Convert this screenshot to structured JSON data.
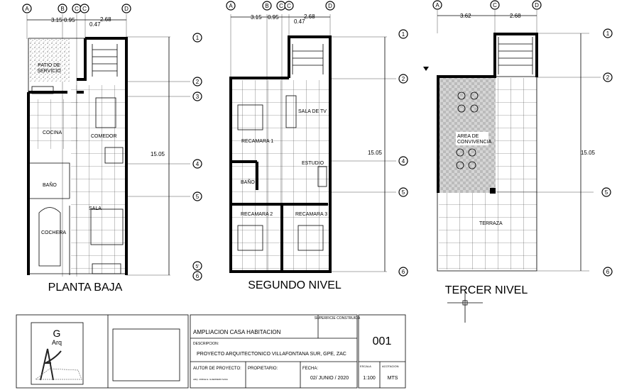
{
  "plans": [
    {
      "title": "PLANTA BAJA",
      "columns": [
        "A",
        "B",
        "C",
        "C",
        "D"
      ],
      "rows": [
        "1",
        "2",
        "3",
        "4",
        "5",
        "5'",
        "6"
      ],
      "dims": [
        "3.15",
        "0.95",
        "0.47",
        "2.68",
        "15.05"
      ],
      "rooms": [
        "PATIO DE",
        "SERVICIO",
        "COCINA",
        "COMEDOR",
        "BAÑO",
        "SALA",
        "COCHERA"
      ]
    },
    {
      "title": "SEGUNDO NIVEL",
      "columns": [
        "A",
        "B",
        "C",
        "C",
        "D"
      ],
      "rows": [
        "1",
        "2",
        "4",
        "5",
        "6"
      ],
      "dims": [
        "3.15",
        "0.95",
        "0.47",
        "2.68",
        "15.05"
      ],
      "rooms": [
        "SALA DE TV",
        "RECAMARA 1",
        "ESTUDIO",
        "BAÑO",
        "RECAMARA 2",
        "RECAMARA 3"
      ]
    },
    {
      "title": "TERCER NIVEL",
      "columns": [
        "A",
        "C",
        "D"
      ],
      "rows": [
        "1",
        "2",
        "5",
        "6"
      ],
      "dims": [
        "3.62",
        "2.68",
        "15.05"
      ],
      "rooms": [
        "AREA DE",
        "CONVIVENCIA",
        "TERRAZA"
      ]
    }
  ],
  "title_block": {
    "logo": {
      "letter": "G",
      "text": "Arq"
    },
    "project_name": "AMPLIACION CASA HABITACION",
    "surface_label": "SUPERFICIE CONSTRUIDA",
    "description_label": "DESCRIPCION:",
    "description": "PROYECTO ARQUITECTONICO VILLAFONTANA SUR, GPE, ZAC",
    "sheet_number": "001",
    "author_label": "AUTOR DE PROYECTO:",
    "author": "ARQ. JORGE E. GUERRERO NAVA",
    "owner_label": "PROPIETARIO:",
    "date_label": "FECHA:",
    "date": "02/ JUNIO / 2020",
    "scale_label": "ESCALA",
    "scale": "1:100",
    "units_label": "ACOTACION",
    "units": "MTS"
  }
}
